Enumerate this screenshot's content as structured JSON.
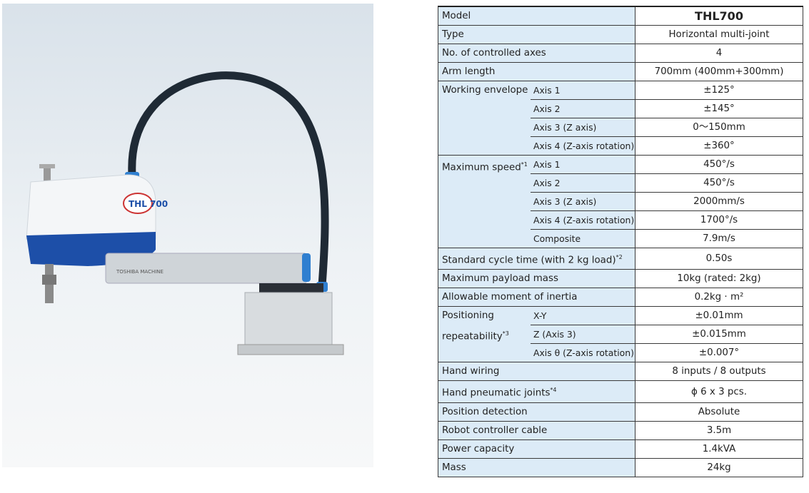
{
  "image": {
    "logo_text": "THL 700",
    "arm_text": "TOSHIBA MACHINE"
  },
  "specs": {
    "model": {
      "label": "Model",
      "value": "THL700"
    },
    "type": {
      "label": "Type",
      "value": "Horizontal multi-joint"
    },
    "axes": {
      "label": "No. of controlled axes",
      "value": "4"
    },
    "arm": {
      "label": "Arm length",
      "value": "700mm (400mm+300mm)"
    },
    "envelope": {
      "label": "Working envelope",
      "rows": [
        {
          "sub": "Axis 1",
          "value": "±125°"
        },
        {
          "sub": "Axis 2",
          "value": "±145°"
        },
        {
          "sub": "Axis 3 (Z axis)",
          "value": "0～150mm"
        },
        {
          "sub": "Axis 4 (Z-axis rotation)",
          "value": "±360°"
        }
      ]
    },
    "speed": {
      "label": "Maximum speed",
      "note": "*1",
      "rows": [
        {
          "sub": "Axis 1",
          "value": "450°/s"
        },
        {
          "sub": "Axis 2",
          "value": "450°/s"
        },
        {
          "sub": "Axis 3 (Z axis)",
          "value": "2000mm/s"
        },
        {
          "sub": "Axis 4 (Z-axis rotation)",
          "value": "1700°/s"
        },
        {
          "sub": "Composite",
          "value": "7.9m/s"
        }
      ]
    },
    "cycle": {
      "label": "Standard cycle time (with 2 kg load)",
      "note": "*2",
      "value": "0.50s"
    },
    "payload": {
      "label": "Maximum payload mass",
      "value": "10kg (rated: 2kg)"
    },
    "inertia": {
      "label": "Allowable moment of inertia",
      "value": "0.2kg · m²"
    },
    "repeat": {
      "label1": "Positioning",
      "label2": "repeatability",
      "note": "*3",
      "rows": [
        {
          "sub": "X-Y",
          "value": "±0.01mm"
        },
        {
          "sub": "Z (Axis 3)",
          "value": "±0.015mm"
        },
        {
          "sub": "Axis θ (Z-axis rotation)",
          "value": "±0.007°"
        }
      ]
    },
    "wiring": {
      "label": "Hand wiring",
      "value": "8 inputs / 8 outputs"
    },
    "pneumatic": {
      "label": "Hand pneumatic joints",
      "note": "*4",
      "value": "ϕ 6 x 3 pcs."
    },
    "detection": {
      "label": "Position detection",
      "value": "Absolute"
    },
    "cable": {
      "label": "Robot controller cable",
      "value": "3.5m"
    },
    "power": {
      "label": "Power capacity",
      "value": "1.4kVA"
    },
    "mass": {
      "label": "Mass",
      "value": "24kg"
    }
  }
}
